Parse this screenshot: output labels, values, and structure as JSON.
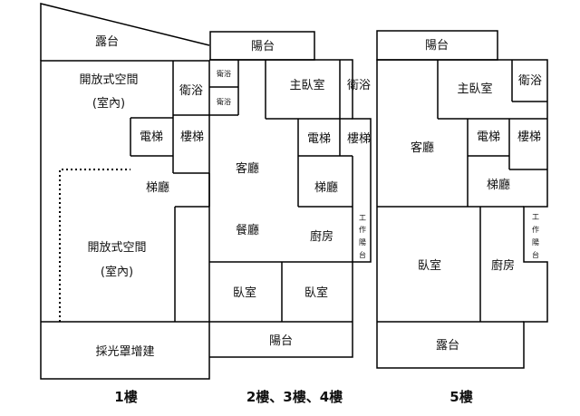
{
  "floors": {
    "f1": {
      "caption": "1樓",
      "rooms": {
        "terrace": "露台",
        "open_space_top": "開放式空間",
        "indoor_top": "(室內)",
        "bathroom": "衛浴",
        "elevator": "電梯",
        "stairs": "樓梯",
        "elevator_hall": "梯廳",
        "open_space_bottom": "開放式空間",
        "indoor_bottom": "(室內)",
        "skylight_addition": "採光罩增建"
      }
    },
    "f2to4": {
      "caption": "2樓、3樓、4樓",
      "rooms": {
        "balcony_top": "陽台",
        "bath_small_1": "衛浴",
        "bath_small_2": "衛浴",
        "master_bedroom": "主臥室",
        "bathroom": "衛浴",
        "elevator": "電梯",
        "stairs": "樓梯",
        "living_room": "客廳",
        "elevator_hall": "梯廳",
        "dining_room": "餐廳",
        "kitchen": "廚房",
        "utility_balcony": [
          "工",
          "作",
          "陽",
          "台"
        ],
        "bedroom_1": "臥室",
        "bedroom_2": "臥室",
        "balcony_bottom": "陽台"
      }
    },
    "f5": {
      "caption": "5樓",
      "rooms": {
        "balcony_top": "陽台",
        "master_bedroom": "主臥室",
        "bathroom": "衛浴",
        "living_room": "客廳",
        "elevator": "電梯",
        "stairs": "樓梯",
        "elevator_hall": "梯廳",
        "utility_balcony": [
          "工",
          "作",
          "陽",
          "台"
        ],
        "bedroom": "臥室",
        "kitchen": "廚房",
        "terrace": "露台"
      }
    }
  }
}
